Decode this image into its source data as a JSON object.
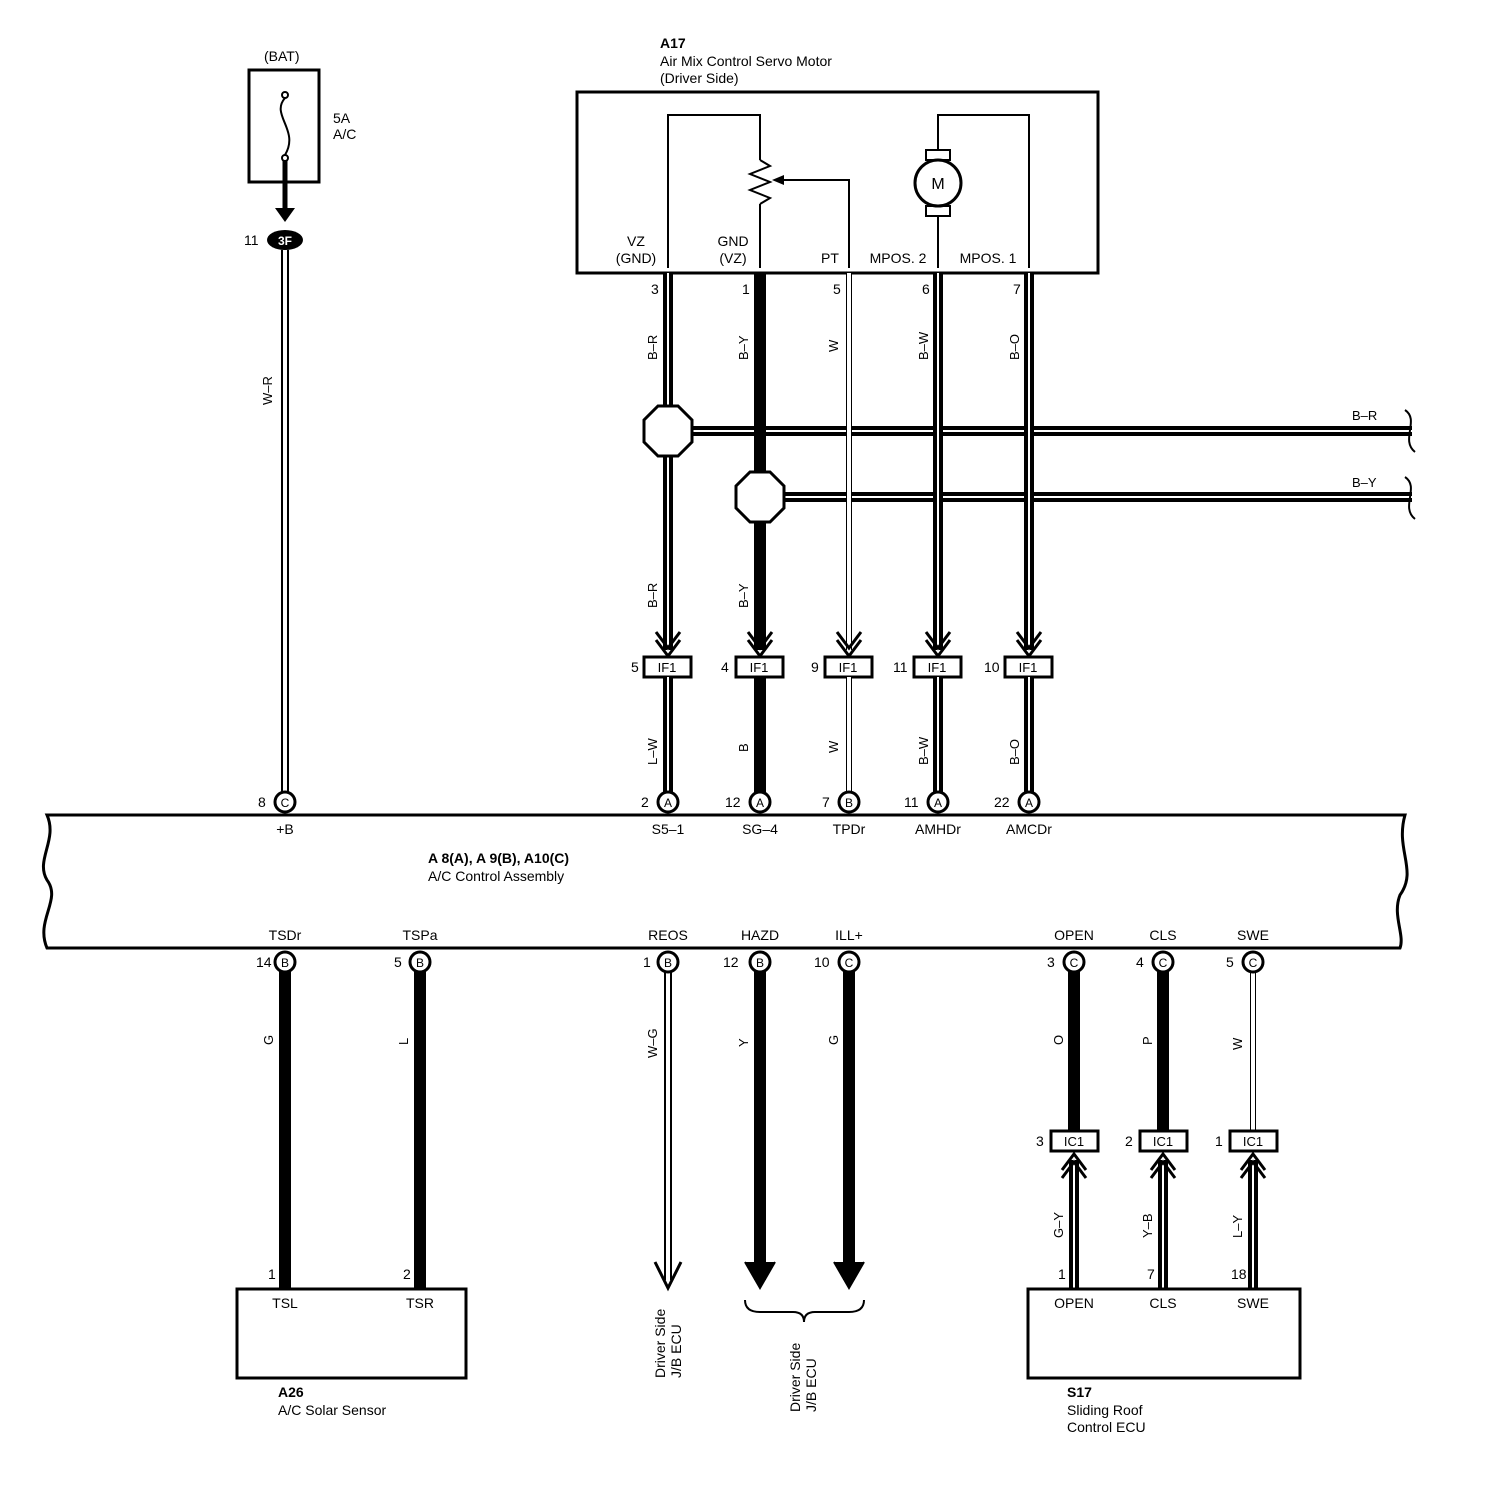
{
  "fuse": {
    "source": "(BAT)",
    "rating": "5A",
    "name": "A/C",
    "connector_pin": "11",
    "connector": "3F",
    "wire_color": "W–R"
  },
  "servo": {
    "id": "A17",
    "name_line1": "Air Mix Control Servo Motor",
    "name_line2": "(Driver Side)",
    "motor_symbol": "M",
    "terminals": [
      {
        "name1": "VZ",
        "name2": "(GND)",
        "pin": "3",
        "wire": "B–R"
      },
      {
        "name1": "GND",
        "name2": "(VZ)",
        "pin": "1",
        "wire": "B–Y"
      },
      {
        "name1": "PT",
        "name2": "",
        "pin": "5",
        "wire": "W"
      },
      {
        "name1": "MPOS. 2",
        "name2": "",
        "pin": "6",
        "wire": "B–W"
      },
      {
        "name1": "MPOS. 1",
        "name2": "",
        "pin": "7",
        "wire": "B–O"
      }
    ]
  },
  "splices": [
    {
      "wire": "B–R"
    },
    {
      "wire": "B–Y"
    }
  ],
  "junction_if1": {
    "connector": "IF1",
    "pins_top": [
      {
        "pin": "5",
        "upper_wire": "B–R",
        "lower_wire": "L–W"
      },
      {
        "pin": "4",
        "upper_wire": "B–Y",
        "lower_wire": "B"
      },
      {
        "pin": "9",
        "upper_wire": "",
        "lower_wire": "W"
      },
      {
        "pin": "11",
        "upper_wire": "",
        "lower_wire": "B–W"
      },
      {
        "pin": "10",
        "upper_wire": "",
        "lower_wire": "B–O"
      }
    ]
  },
  "ecu": {
    "title": "A 8(A), A 9(B), A10(C)",
    "subtitle": "A/C Control Assembly",
    "top_terminals": [
      {
        "pin": "8",
        "conn": "C",
        "name": "+B"
      },
      {
        "pin": "2",
        "conn": "A",
        "name": "S5–1"
      },
      {
        "pin": "12",
        "conn": "A",
        "name": "SG–4"
      },
      {
        "pin": "7",
        "conn": "B",
        "name": "TPDr"
      },
      {
        "pin": "11",
        "conn": "A",
        "name": "AMHDr"
      },
      {
        "pin": "22",
        "conn": "A",
        "name": "AMCDr"
      }
    ],
    "bottom_terminals": [
      {
        "pin": "14",
        "conn": "B",
        "name": "TSDr",
        "wire": "G"
      },
      {
        "pin": "5",
        "conn": "B",
        "name": "TSPa",
        "wire": "L"
      },
      {
        "pin": "1",
        "conn": "B",
        "name": "REOS",
        "wire": "W–G"
      },
      {
        "pin": "12",
        "conn": "B",
        "name": "HAZD",
        "wire": "Y"
      },
      {
        "pin": "10",
        "conn": "C",
        "name": "ILL+",
        "wire": "G"
      },
      {
        "pin": "3",
        "conn": "C",
        "name": "OPEN",
        "wire": "O"
      },
      {
        "pin": "4",
        "conn": "C",
        "name": "CLS",
        "wire": "P"
      },
      {
        "pin": "5",
        "conn": "C",
        "name": "SWE",
        "wire": "W"
      }
    ]
  },
  "junction_ic1": {
    "connector": "IC1",
    "pins": [
      {
        "pin": "3",
        "lower_wire": "G–Y"
      },
      {
        "pin": "2",
        "lower_wire": "Y–B"
      },
      {
        "pin": "1",
        "lower_wire": "L–Y"
      }
    ]
  },
  "solar_sensor": {
    "id": "A26",
    "name": "A/C Solar Sensor",
    "terminals": [
      {
        "pin": "1",
        "name": "TSL"
      },
      {
        "pin": "2",
        "name": "TSR"
      }
    ]
  },
  "jb_ecu_1": {
    "line1": "Driver Side",
    "line2": "J/B ECU"
  },
  "jb_ecu_2": {
    "line1": "Driver Side",
    "line2": "J/B ECU"
  },
  "sliding_roof": {
    "id": "S17",
    "name_line1": "Sliding Roof",
    "name_line2": "Control ECU",
    "terminals": [
      {
        "pin": "1",
        "name": "OPEN"
      },
      {
        "pin": "7",
        "name": "CLS"
      },
      {
        "pin": "18",
        "name": "SWE"
      }
    ]
  }
}
